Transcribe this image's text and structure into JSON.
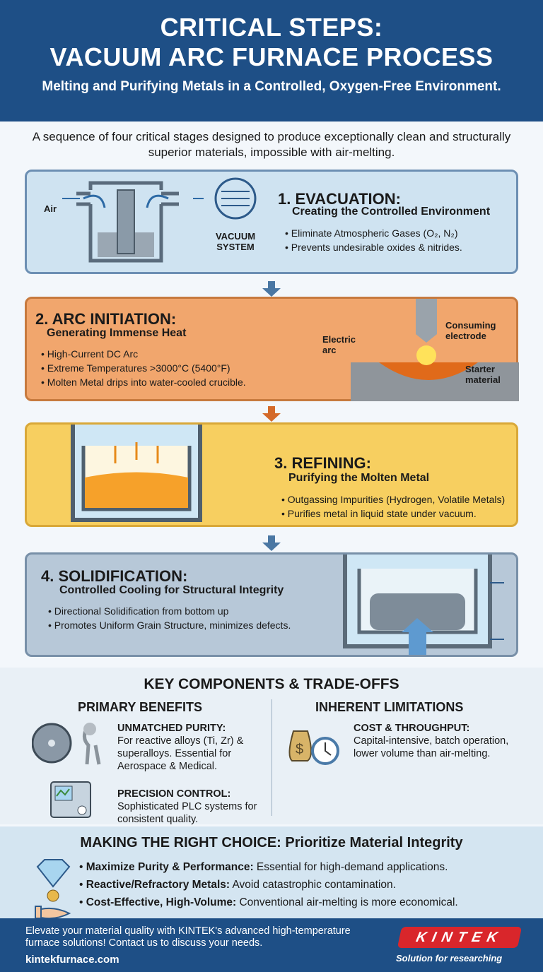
{
  "header": {
    "title_line1": "CRITICAL STEPS:",
    "title_line2": "VACUUM ARC FURNACE PROCESS",
    "subtitle": "Melting and Purifying Metals in a Controlled, Oxygen-Free Environment."
  },
  "intro": "A sequence of four critical stages designed to produce exceptionally clean and structurally superior materials, impossible with air-melting.",
  "steps": [
    {
      "title": "1. EVACUATION:",
      "subtitle": "Creating the Controlled Environment",
      "bullets": [
        "Eliminate Atmospheric Gases (O₂, N₂)",
        "Prevents undesirable oxides & nitrides."
      ],
      "labels": {
        "air": "Air",
        "vacuum": "VACUUM SYSTEM"
      }
    },
    {
      "title": "2. ARC INITIATION:",
      "subtitle": "Generating Immense Heat",
      "bullets": [
        "High-Current DC Arc",
        "Extreme Temperatures >3000°C (5400°F)",
        "Molten Metal drips into water-cooled crucible."
      ],
      "labels": {
        "arc": "Electric arc",
        "electrode": "Consuming electrode",
        "starter": "Starter material"
      }
    },
    {
      "title": "3. REFINING:",
      "subtitle": "Purifying the Molten Metal",
      "bullets": [
        "Outgassing Impurities (Hydrogen, Volatile Metals)",
        "Purifies metal in liquid state under vacuum."
      ]
    },
    {
      "title": "4. SOLIDIFICATION:",
      "subtitle": "Controlled Cooling for Structural Integrity",
      "bullets": [
        "Directional Solidification from bottom up",
        "Promotes Uniform Grain Structure, minimizes defects."
      ]
    }
  ],
  "tradeoffs": {
    "title": "KEY COMPONENTS & TRADE-OFFS",
    "benefits": {
      "heading": "PRIMARY BENEFITS",
      "items": [
        {
          "title": "UNMATCHED PURITY:",
          "text": "For reactive alloys (Ti, Zr) & superalloys. Essential for Aerospace & Medical.",
          "icon": "turbine-and-bone-icon"
        },
        {
          "title": "PRECISION CONTROL:",
          "text": "Sophisticated PLC systems for consistent quality.",
          "icon": "control-panel-icon"
        }
      ]
    },
    "limitations": {
      "heading": "INHERENT LIMITATIONS",
      "items": [
        {
          "title": "COST & THROUGHPUT:",
          "text": "Capital-intensive, batch operation, lower volume than air-melting.",
          "icon": "money-bag-clock-icon"
        }
      ]
    }
  },
  "choice": {
    "title": "MAKING THE RIGHT CHOICE: Prioritize Material Integrity",
    "items": [
      {
        "bold": "Maximize Purity & Performance:",
        "text": " Essential for high-demand applications."
      },
      {
        "bold": "Reactive/Refractory Metals:",
        "text": " Avoid catastrophic contamination."
      },
      {
        "bold": "Cost-Effective, High-Volume:",
        "text": " Conventional air-melting is more economical."
      }
    ]
  },
  "footer": {
    "text": "Elevate your material quality with KINTEK's advanced high-temperature furnace solutions! Contact us to discuss your needs.",
    "url": "kintekfurnace.com",
    "logo": "KINTEK",
    "tagline": "Solution for researching"
  },
  "colors": {
    "header": "#1e4f86",
    "evacuation": "#cfe3f1",
    "arc": "#f1a66d",
    "refining": "#f7cf60",
    "solidification": "#b7c8d8",
    "logo": "#d9262b"
  }
}
